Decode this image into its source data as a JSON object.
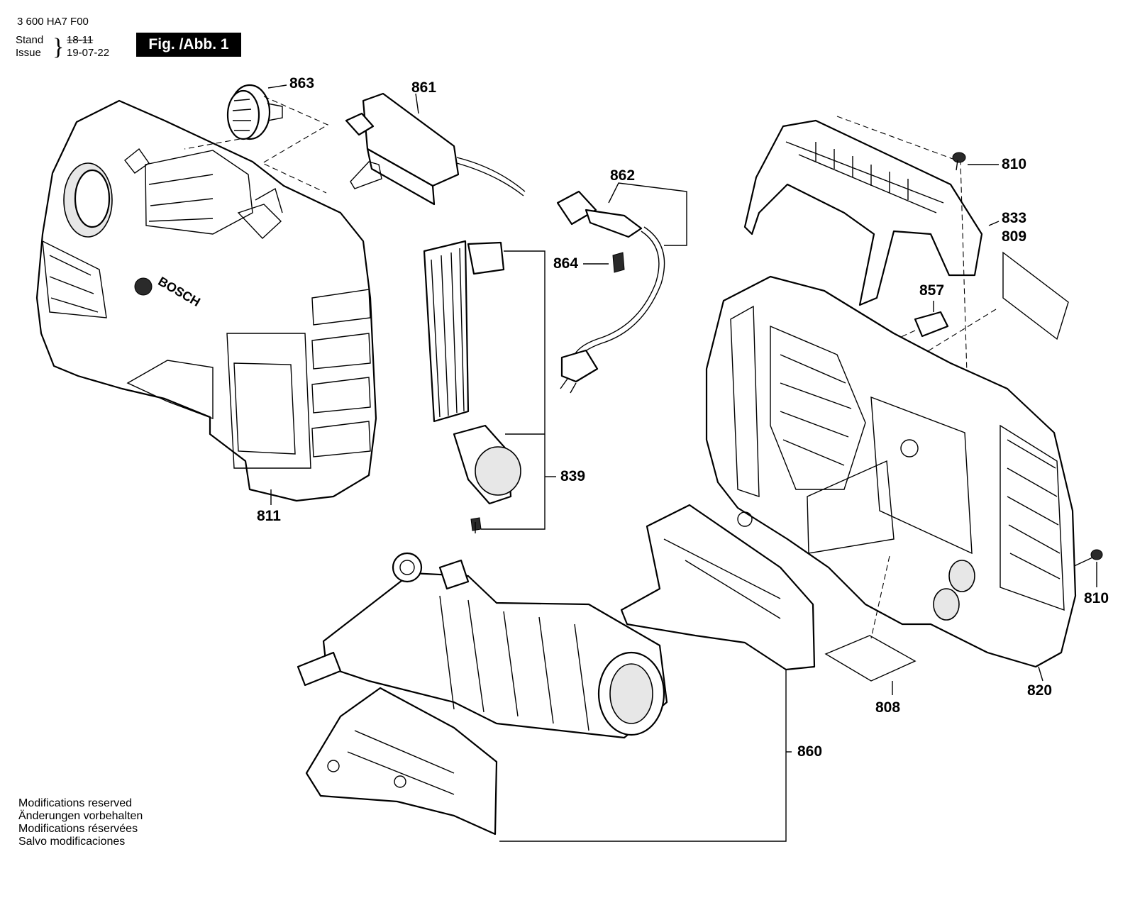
{
  "header": {
    "doc_code": "3 600 HA7 F00",
    "stand_label": "Stand",
    "issue_label": "Issue",
    "stand_value": "18-11",
    "issue_value": "19-07-22",
    "figure_label": "Fig. /Abb. 1"
  },
  "parts": {
    "p863": "863",
    "p861": "861",
    "p862": "862",
    "p864": "864",
    "p810a": "810",
    "p833": "833",
    "p809": "809",
    "p857": "857",
    "p811": "811",
    "p839": "839",
    "p810b": "810",
    "p820": "820",
    "p808": "808",
    "p860": "860"
  },
  "brand_mark": "BOSCH",
  "notes": [
    "Modifications reserved",
    "Änderungen vorbehalten",
    "Modifications réservées",
    "Salvo modificaciones"
  ]
}
